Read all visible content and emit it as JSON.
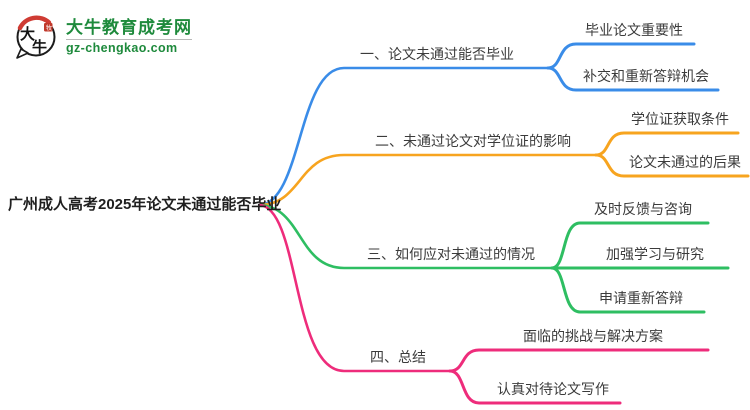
{
  "logo": {
    "bubble_char1": "大",
    "bubble_char2": "牛",
    "title": "大牛教育成考网",
    "domain": "gz-chengkao.com",
    "brand_green": "#1e8a3c",
    "seal_red": "#c0392b"
  },
  "root": {
    "label": "广州成人高考2025年论文未通过能否毕业"
  },
  "branches": [
    {
      "label": "一、论文未通过能否毕业",
      "color": "#3a8ce8",
      "children": [
        "毕业论文重要性",
        "补交和重新答辩机会"
      ]
    },
    {
      "label": "二、未通过论文对学位证的影响",
      "color": "#f7a41f",
      "children": [
        "学位证获取条件",
        "论文未通过的后果"
      ]
    },
    {
      "label": "三、如何应对未通过的情况",
      "color": "#2ebe62",
      "children": [
        "及时反馈与咨询",
        "加强学习与研究",
        "申请重新答辩"
      ]
    },
    {
      "label": "四、总结",
      "color": "#ee2c7b",
      "children": [
        "面临的挑战与解决方案",
        "认真对待论文写作"
      ]
    }
  ]
}
